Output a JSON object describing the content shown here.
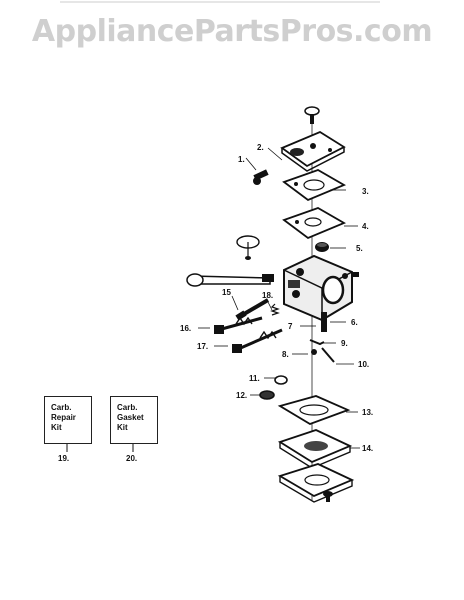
{
  "watermark": "AppliancePartsPros.com",
  "callouts": [
    "1.",
    "2.",
    "3.",
    "4.",
    "5.",
    "6.",
    "7",
    "8.",
    "9.",
    "10.",
    "11.",
    "12.",
    "13.",
    "14.",
    "15",
    "16.",
    "17.",
    "18."
  ],
  "kits": [
    {
      "lines": [
        "Carb.",
        "Repair",
        "Kit"
      ],
      "number": "19."
    },
    {
      "lines": [
        "Carb.",
        "Gasket",
        "Kit"
      ],
      "number": "20."
    }
  ]
}
